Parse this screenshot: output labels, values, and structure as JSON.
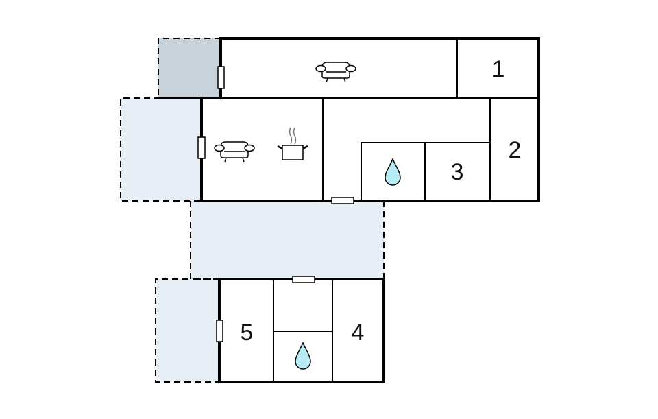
{
  "plan": {
    "colors": {
      "wall": "#000000",
      "terrace_light": "#e8eef6",
      "terrace_gray": "#c8d2da",
      "water": "#b8ecf4"
    },
    "rooms": [
      {
        "id": "1",
        "label": "1"
      },
      {
        "id": "2",
        "label": "2"
      },
      {
        "id": "3",
        "label": "3"
      },
      {
        "id": "4",
        "label": "4"
      },
      {
        "id": "5",
        "label": "5"
      }
    ],
    "icons": [
      {
        "name": "sofa-icon",
        "room": "living-upper"
      },
      {
        "name": "sofa-icon",
        "room": "living-kitchen"
      },
      {
        "name": "cooking-pot-icon",
        "room": "living-kitchen"
      },
      {
        "name": "water-drop-icon",
        "room": "bathroom-upper"
      },
      {
        "name": "water-drop-icon",
        "room": "bathroom-lower"
      }
    ]
  }
}
